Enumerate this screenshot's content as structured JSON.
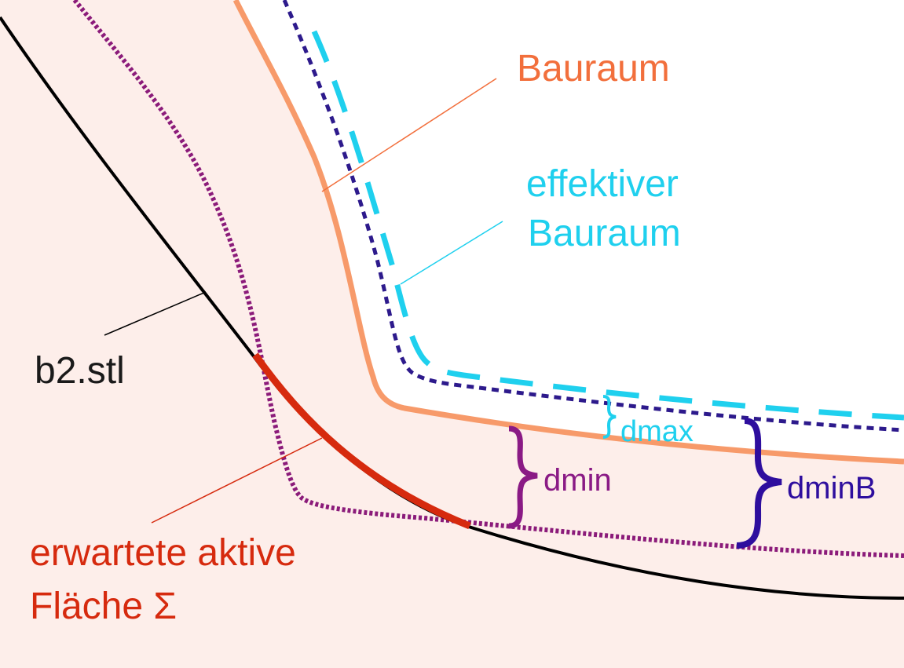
{
  "labels": {
    "bauraum": "Bauraum",
    "effektiver_1": "effektiver",
    "effektiver_2": "Bauraum",
    "b2stl": "b2.stl",
    "aktive_1": "erwartete aktive",
    "aktive_2": "Fläche Σ",
    "dmax": "dmax",
    "dmin": "dmin",
    "dminB": "dminB"
  },
  "colors": {
    "background_region": "#fdeeea",
    "bauraum": "#f79a6a",
    "bauraum_text": "#f26f3c",
    "effective": "#1fd0ee",
    "dotted_navy": "#2d1a8c",
    "dotted_purple": "#8b1b7a",
    "b2stl": "#000000",
    "active_area": "#d62a0e",
    "dmin": "#8a1a85",
    "dminB": "#2e0e9e"
  }
}
